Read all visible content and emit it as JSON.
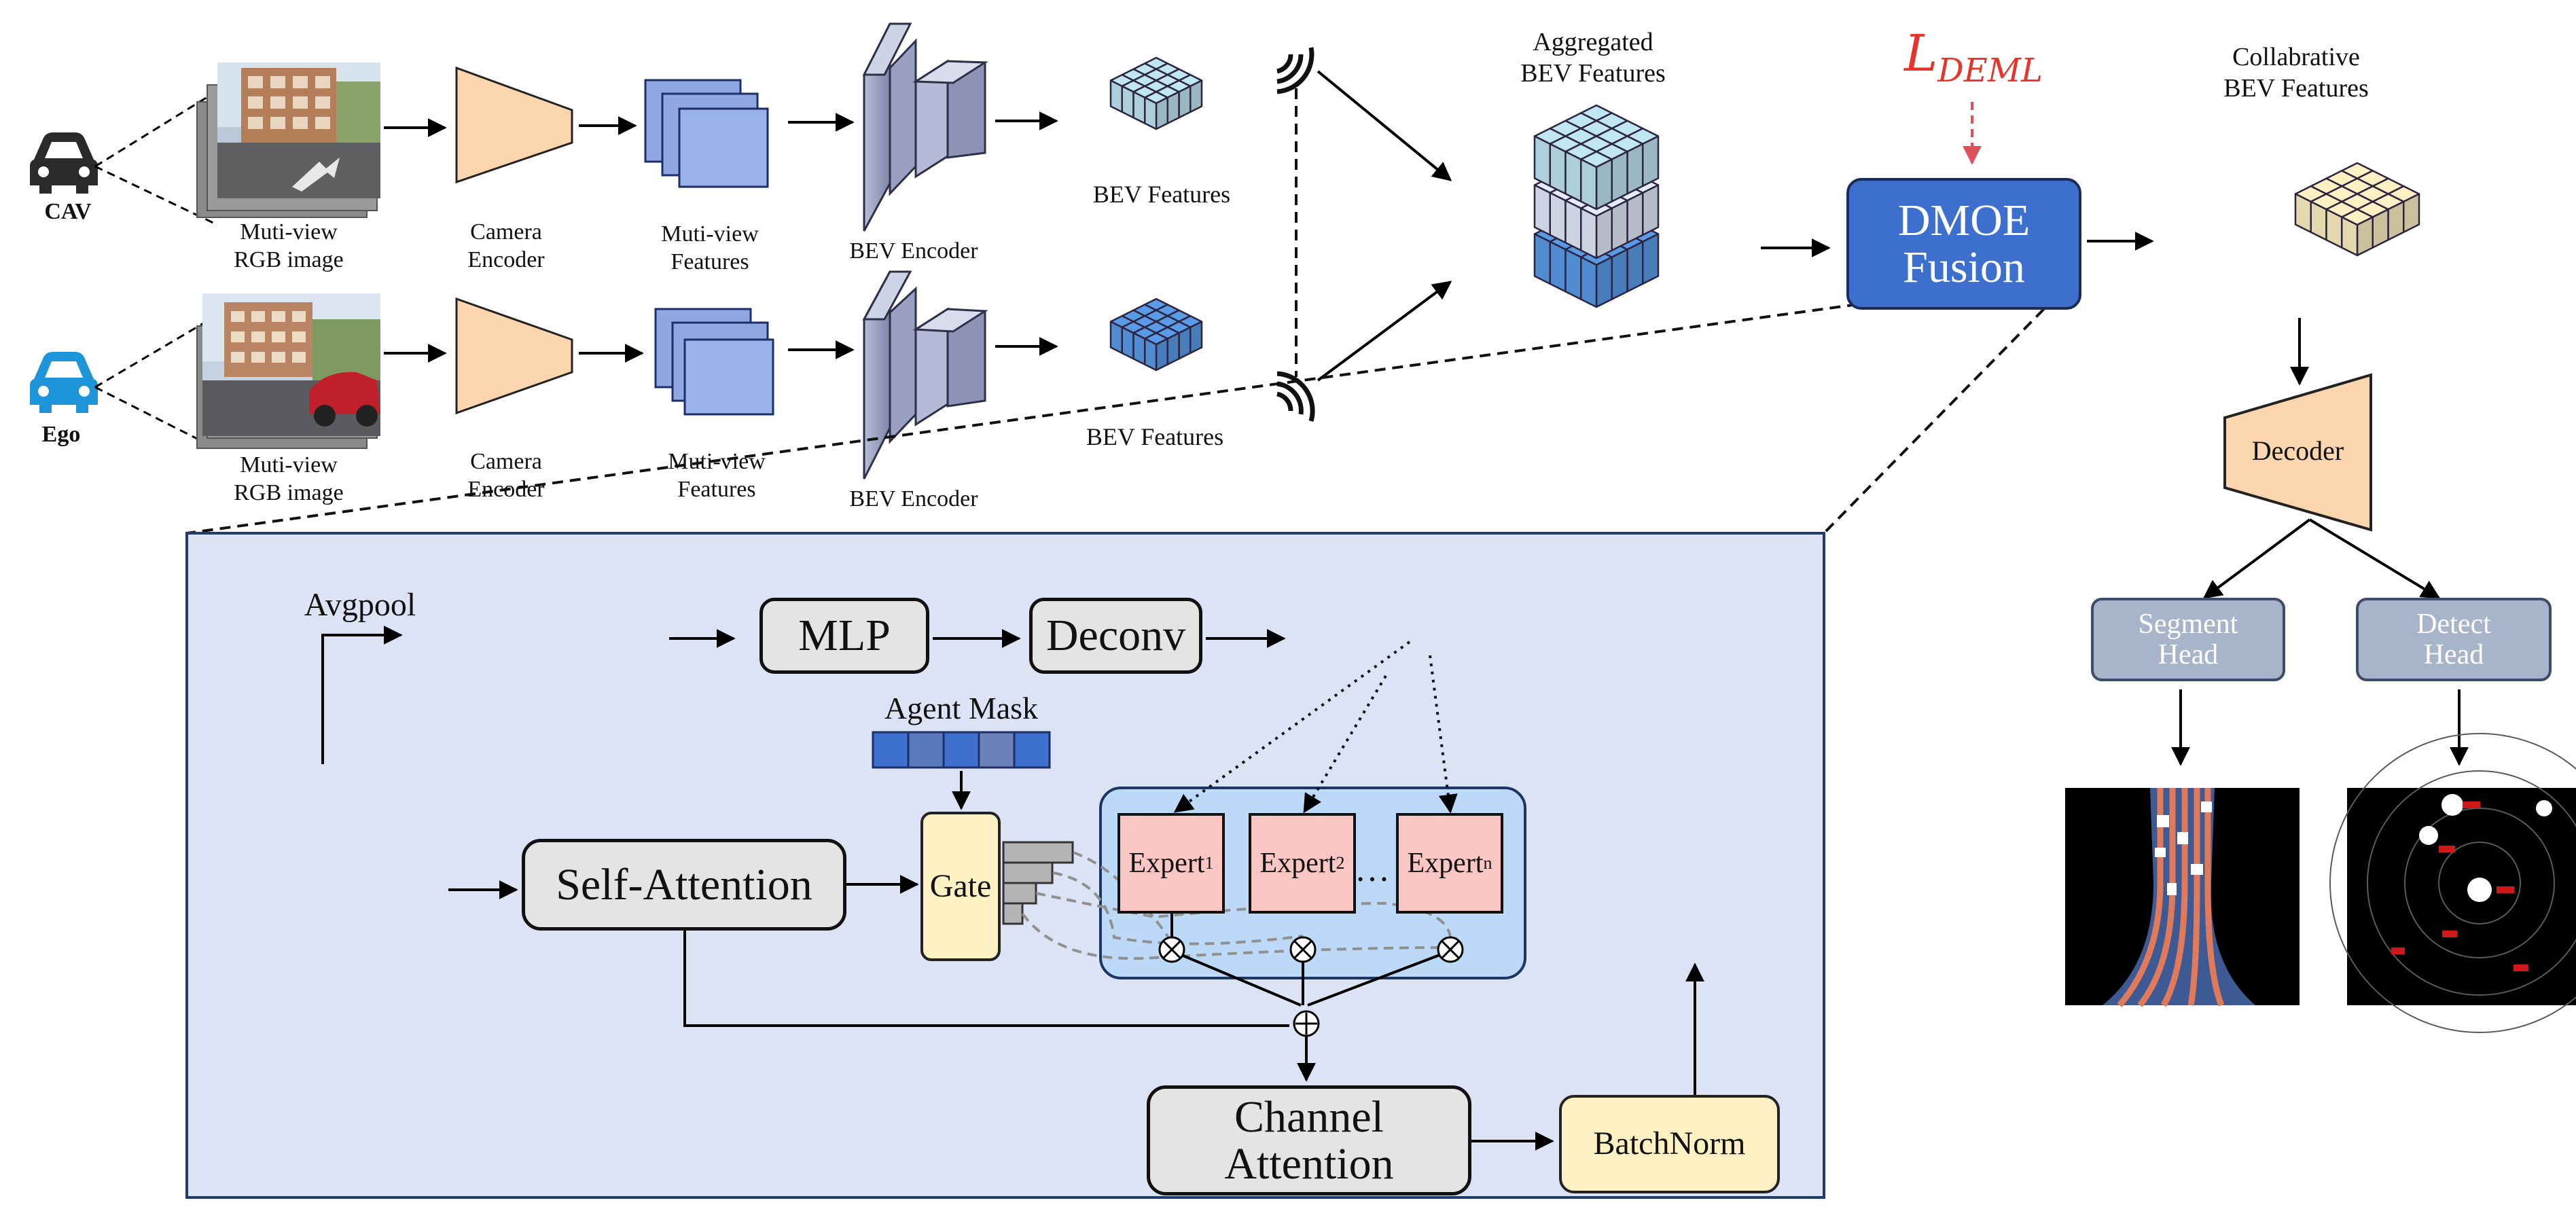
{
  "agents": {
    "cav": "CAV",
    "ego": "Ego"
  },
  "top_pipeline": {
    "image_label": "Muti-view\nRGB image",
    "camera_encoder": "Camera\nEncoder",
    "mv_features": "Muti-view\nFeatures",
    "bev_encoder": "BEV Encoder",
    "bev_features": "BEV Features",
    "aggregated": "Aggregated\nBEV Features",
    "loss": "L",
    "loss_sub": "DEML",
    "dmoe": "DMOE\nFusion",
    "collaborative": "Collabrative\nBEV Features",
    "decoder": "Decoder",
    "segment_head": "Segment\nHead",
    "detect_head": "Detect\nHead"
  },
  "detail": {
    "avgpool": "Avgpool",
    "mlp": "MLP",
    "deconv": "Deconv",
    "agent_mask": "Agent Mask",
    "self_attention": "Self-Attention",
    "gate": "Gate",
    "expert": "Expert",
    "expert_subs": [
      "1",
      "2",
      "n"
    ],
    "dots": "…",
    "channel_attention": "Channel\nAttention",
    "batchnorm": "BatchNorm"
  },
  "colors": {
    "panel_bg": "#dbe3f5",
    "panel_border": "#1f3a6e",
    "cyan_cube": "#bfe6f2",
    "blue_cube": "#5a9be8",
    "pale_cube": "#e4ecfa",
    "yellow_cube": "#fdf0c2",
    "pink_cube": "#f9d3cf",
    "encoder_orange": "#fad5ad",
    "feature_blue": "#8fa8e4",
    "dmoe_blue": "#3d6fcf",
    "head_gray": "#a8b4c9",
    "loss_red": "#e8332a",
    "car_blue": "#1f95d9"
  }
}
